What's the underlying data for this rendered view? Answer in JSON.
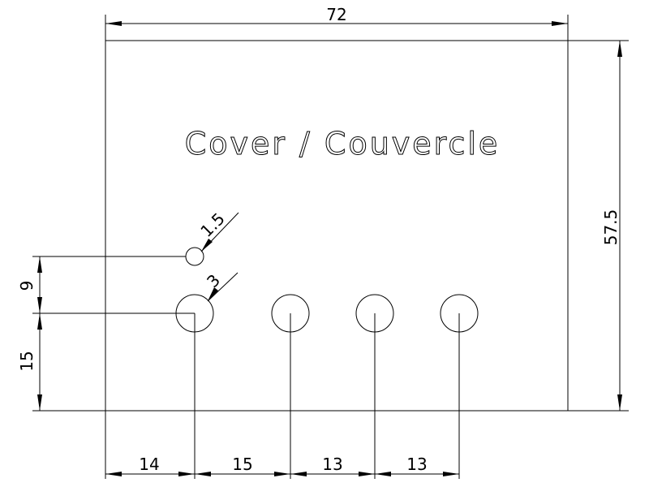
{
  "drawing": {
    "title": "Cover / Couvercle",
    "dimensions": {
      "overall_width": "72",
      "overall_height": "57.5",
      "hole_offset_vertical_small": "9",
      "hole_offset_vertical_large": "15",
      "small_hole_diameter": "1.5",
      "large_hole_diameter": "3",
      "hole_spacing_1": "14",
      "hole_spacing_2": "15",
      "hole_spacing_3": "13",
      "hole_spacing_4": "13"
    }
  }
}
